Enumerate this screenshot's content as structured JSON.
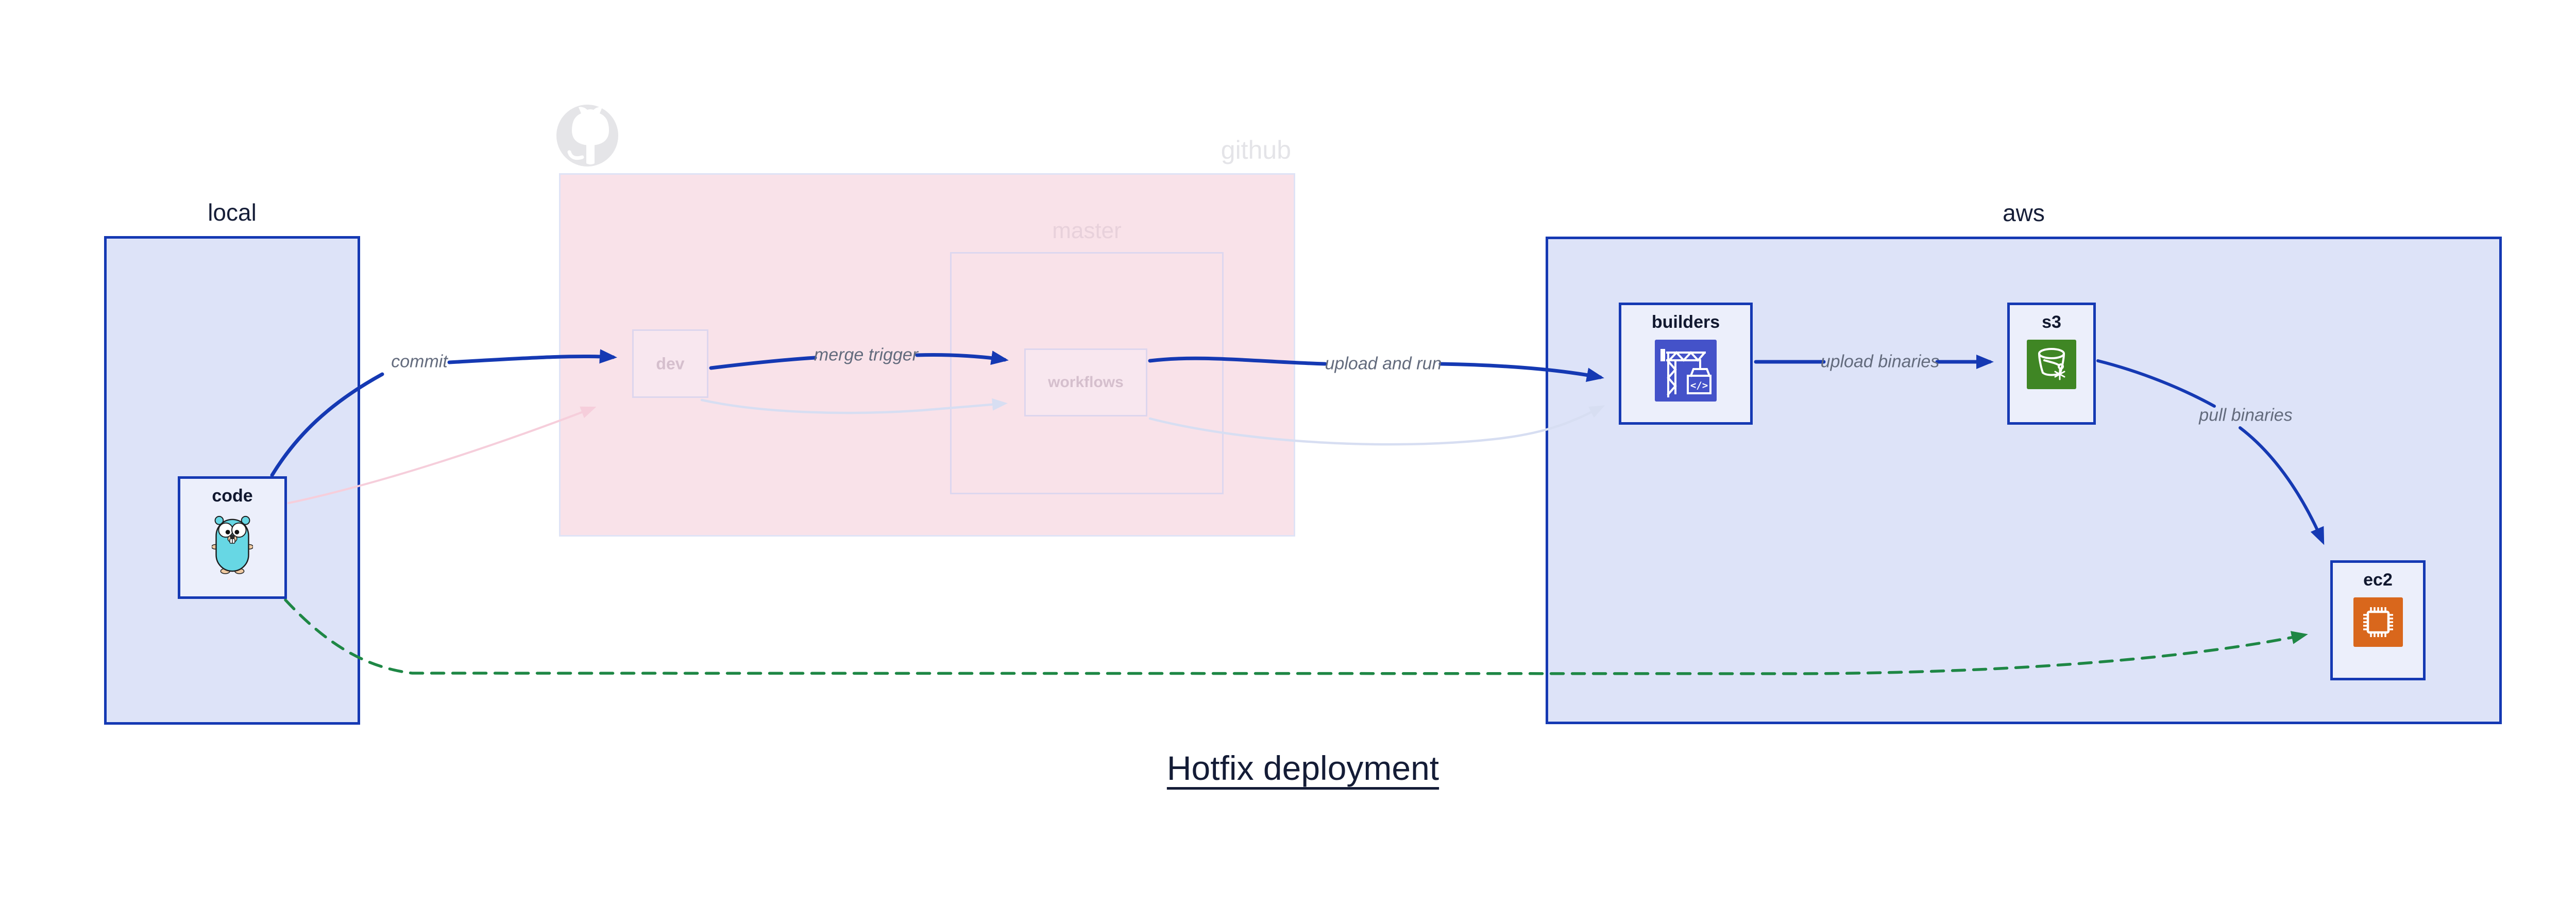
{
  "title": {
    "text": "Hotfix deployment"
  },
  "groups": {
    "local": {
      "label": "local"
    },
    "github": {
      "label": "github"
    },
    "master": {
      "label": "master"
    },
    "aws": {
      "label": "aws"
    }
  },
  "nodes": {
    "code": {
      "label": "code",
      "icon": "go-gopher-icon"
    },
    "dev": {
      "label": "dev"
    },
    "workflows": {
      "label": "workflows"
    },
    "builders": {
      "label": "builders",
      "icon": "codebuild-crane-icon",
      "icon_text": "</>"
    },
    "s3": {
      "label": "s3",
      "icon": "s3-glacier-bucket-icon"
    },
    "ec2": {
      "label": "ec2",
      "icon": "ec2-chip-icon"
    }
  },
  "edges": {
    "commit": {
      "label": "commit"
    },
    "merge_trigger": {
      "label": "merge trigger"
    },
    "upload_and_run": {
      "label": "upload and run"
    },
    "upload_binaries": {
      "label": "upload binaries"
    },
    "pull_binaries": {
      "label": "pull binaries"
    }
  },
  "colors": {
    "accent_blue": "#1539b3",
    "group_fill_blue": "#dde3f8",
    "node_fill": "#eceffb",
    "github_fill_pink": "#f9e2e9",
    "faded_lavender": "#d7def2",
    "faded_pink_edge": "#f6cedb",
    "green_dashed": "#1e8745",
    "builders_icon_bg": "#4452c9",
    "s3_icon_bg": "#3f8624",
    "ec2_icon_bg": "#d9671c",
    "edge_label_gray": "#636b7d",
    "title_navy": "#141c36",
    "watermark_gray": "#e5e5e8"
  }
}
